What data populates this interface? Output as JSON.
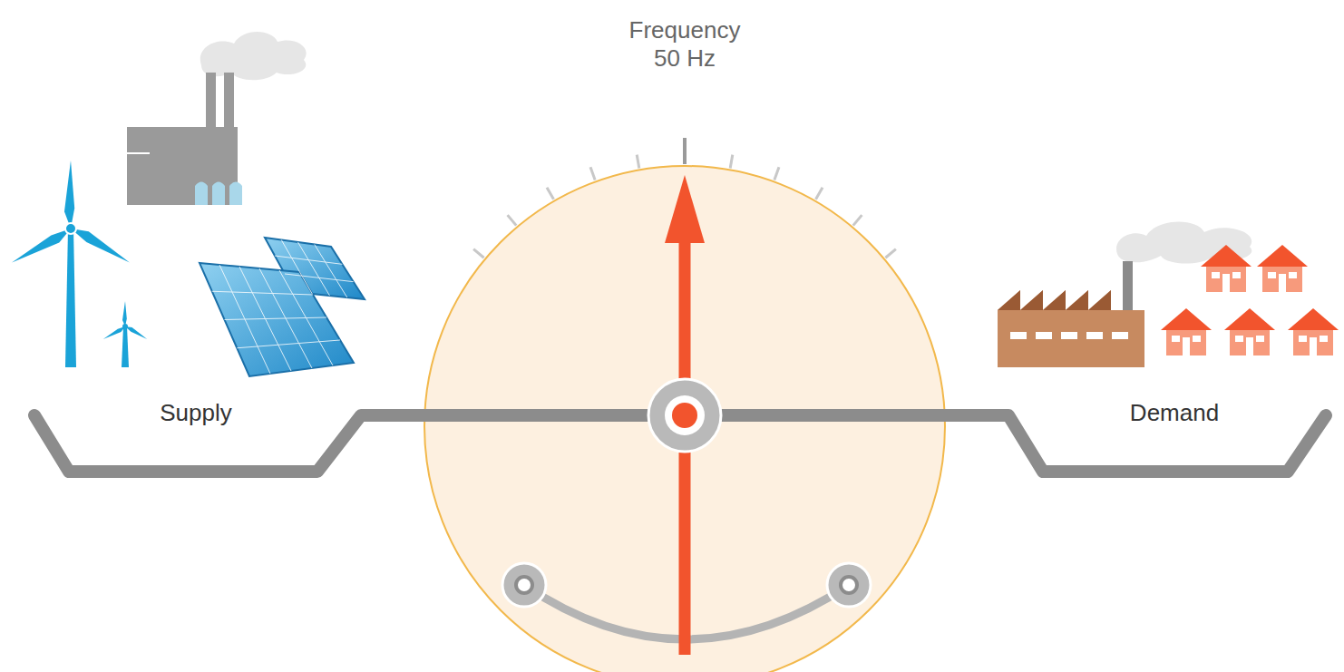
{
  "diagram": {
    "labels": [
      "Frequency 50 Hz",
      "Supply",
      "Demand"
    ]
  }
}
